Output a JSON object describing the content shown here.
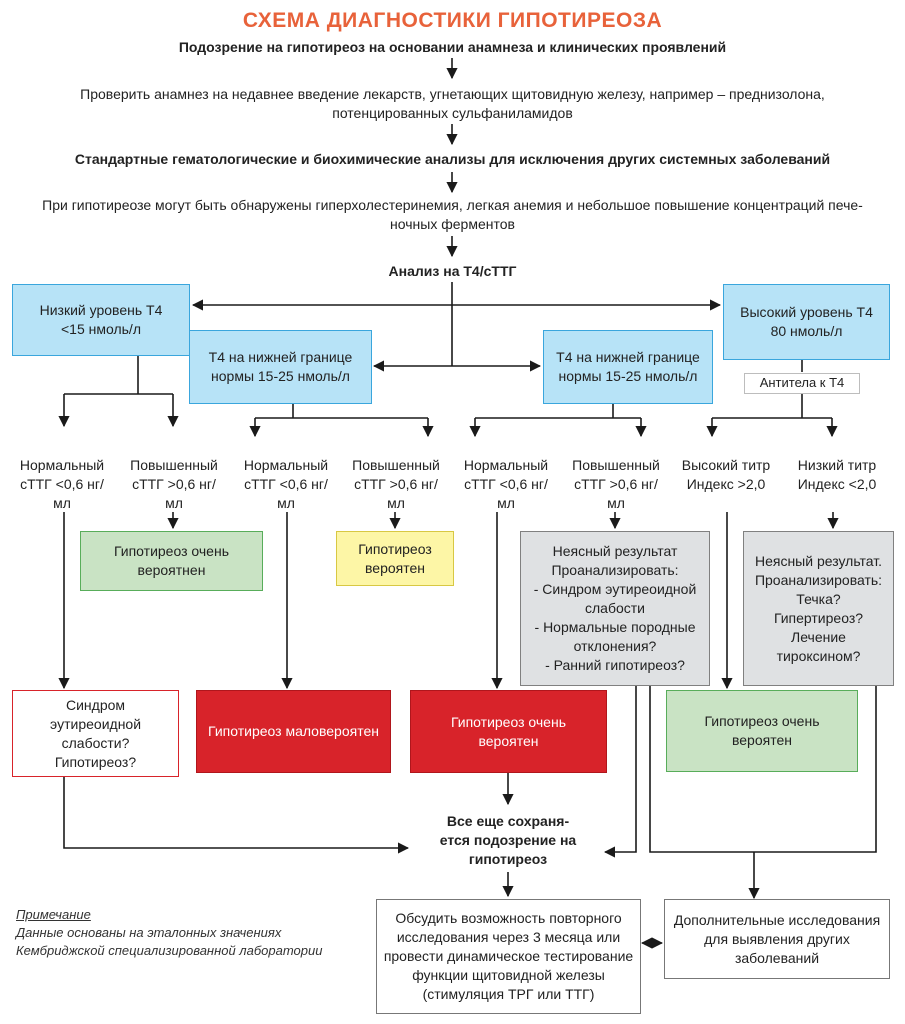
{
  "title": "СХЕМА ДИАГНОСТИКИ ГИПОТИРЕОЗА",
  "steps": {
    "suspicion": "Подозрение на гипотиреоз на основании анамнеза и клинических проявлений",
    "drugs_check": "Проверить анамнез на недавнее введение лекарств, угнетающих щитовидную железу, например – преднизолона,\nпотенцированных сульфаниламидов",
    "standard_tests": "Стандартные гематологические и биохимические анализы для исключения других системных заболеваний",
    "findings": "При гипотиреозе могут быть обнаружены гиперхолестеринемия, легкая анемия и небольшое повышение концентраций пече-\nночных ферментов",
    "t4_ttg": "Анализ на Т4/сТТГ"
  },
  "t4_levels": {
    "low": "Низкий уровень Т4\n<15 нмоль/л",
    "border_left": "Т4 на нижней границе\nнормы 15-25 нмоль/л",
    "border_right": "Т4 на нижней границе\nнормы 15-25 нмоль/л",
    "high": "Высокий уровень Т4\n80 нмоль/л",
    "antibodies": "Антитела к Т4"
  },
  "branches": {
    "b1": "Нормальный\nсТТГ <0,6  нг/\nмл",
    "b2": "Повышенный\nсТТГ >0,6 нг/\nмл",
    "b3": "Нормальный\nсТТГ <0,6  нг/\nмл",
    "b4": "Повышенный\nсТТГ >0,6 нг/\nмл",
    "b5": "Нормальный\nсТТГ <0,6  нг/\nмл",
    "b6": "Повышенный\nсТТГ >0,6 нг/\nмл",
    "b7": "Высокий титр\nИндекс >2,0",
    "b8": "Низкий титр\nИндекс <2,0"
  },
  "results": {
    "hypo_very_likely_green": "Гипотиреоз очень\nвероятнен",
    "hypo_likely_yellow": "Гипотиреоз\nвероятен",
    "unclear_1": "Неясный результат\nПроанализировать:\n- Синдром эутиреоидной\nслабости\n- Нормальные породные\nотклонения?\n- Ранний гипотиреоз?",
    "unclear_2": "Неясный результат.\nПроанализировать:\nТечка?\nГипертиреоз?\nЛечение\nтироксином?",
    "euthyroid": "Синдром\nэутиреоидной\nслабости?\nГипотиреоз?",
    "unlikely": "Гипотиреоз маловероятен",
    "very_likely_red": "Гипотиреоз очень\nвероятен",
    "very_likely_green2": "Гипотиреоз очень\nвероятен"
  },
  "final": {
    "still_suspected": "Все еще сохраня-\nется подозрение на\nгипотиреоз",
    "discuss": "Обсудить возможность повторного\nисследования через 3 месяца или\nпровести динамическое тестирование\nфункции щитовидной железы\n(стимуляция ТРГ или ТТГ)",
    "additional": "Дополнительные исследования\nдля выявления других\nзаболеваний"
  },
  "note": {
    "heading": "Примечание",
    "line1": "Данные основаны на эталонных значениях",
    "line2": "Кембриджской специализированной лаборатории"
  },
  "colors": {
    "title": "#e8623a",
    "blue_fill": "#b7e3f7",
    "green_fill": "#c9e3c4",
    "yellow_fill": "#fdf6a6",
    "gray_fill": "#dfe1e3",
    "red_fill": "#d8232a"
  }
}
